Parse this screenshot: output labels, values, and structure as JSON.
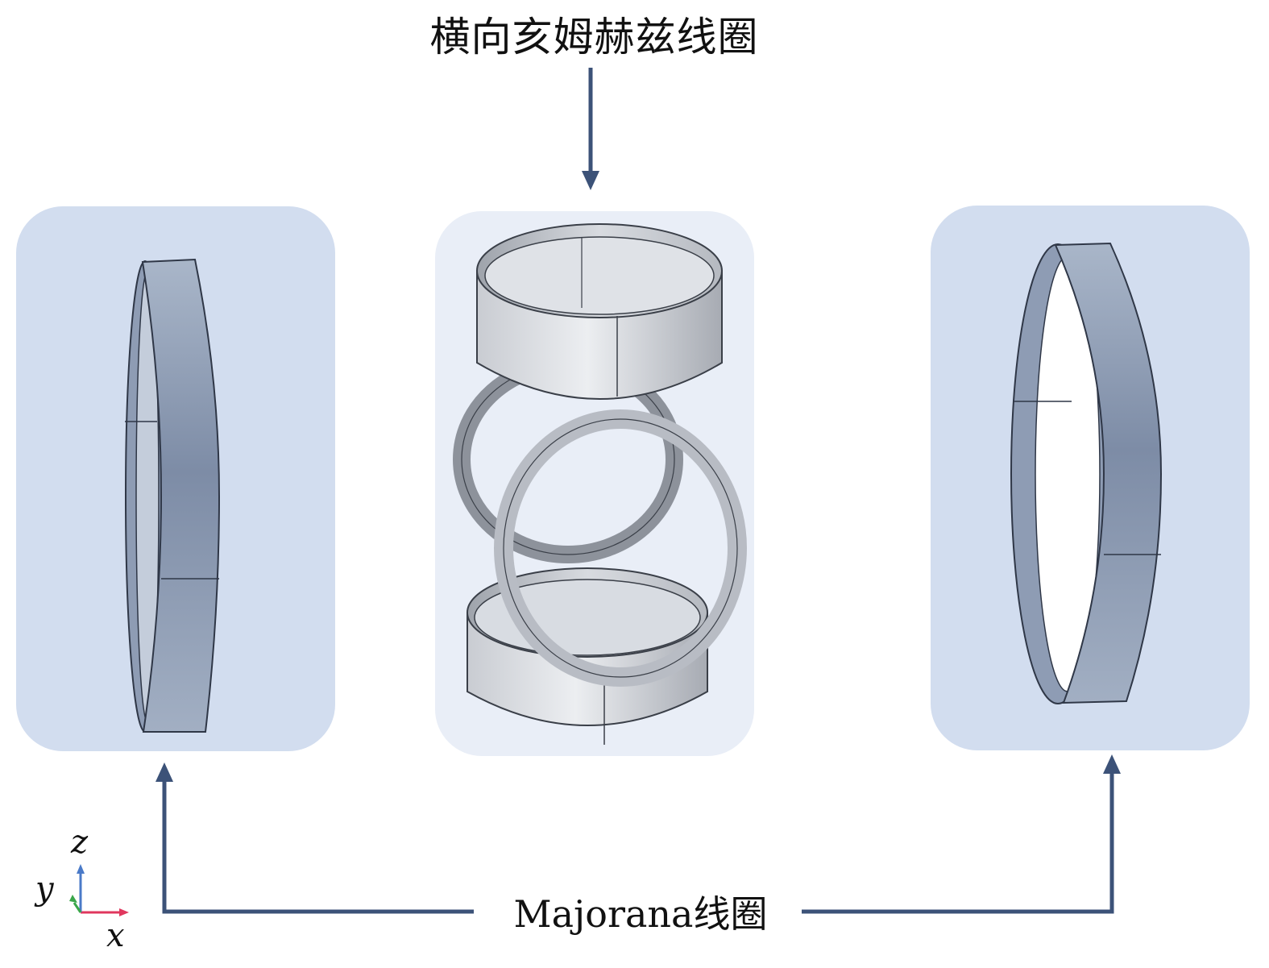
{
  "labels": {
    "top": "横向亥姆赫兹线圈",
    "bottom": "Majorana线圈"
  },
  "axes": {
    "z": "z",
    "y": "y",
    "x": "x"
  },
  "colors": {
    "arrow": "#3c5278",
    "panel_side": "#d2ddef",
    "panel_center": "#e9eef7",
    "coil_side": "#8a99b2",
    "coil_center": "#c5c9d0",
    "axis_x": "#e0375e",
    "axis_y": "#3aa64a",
    "axis_z": "#4a7ac8"
  }
}
